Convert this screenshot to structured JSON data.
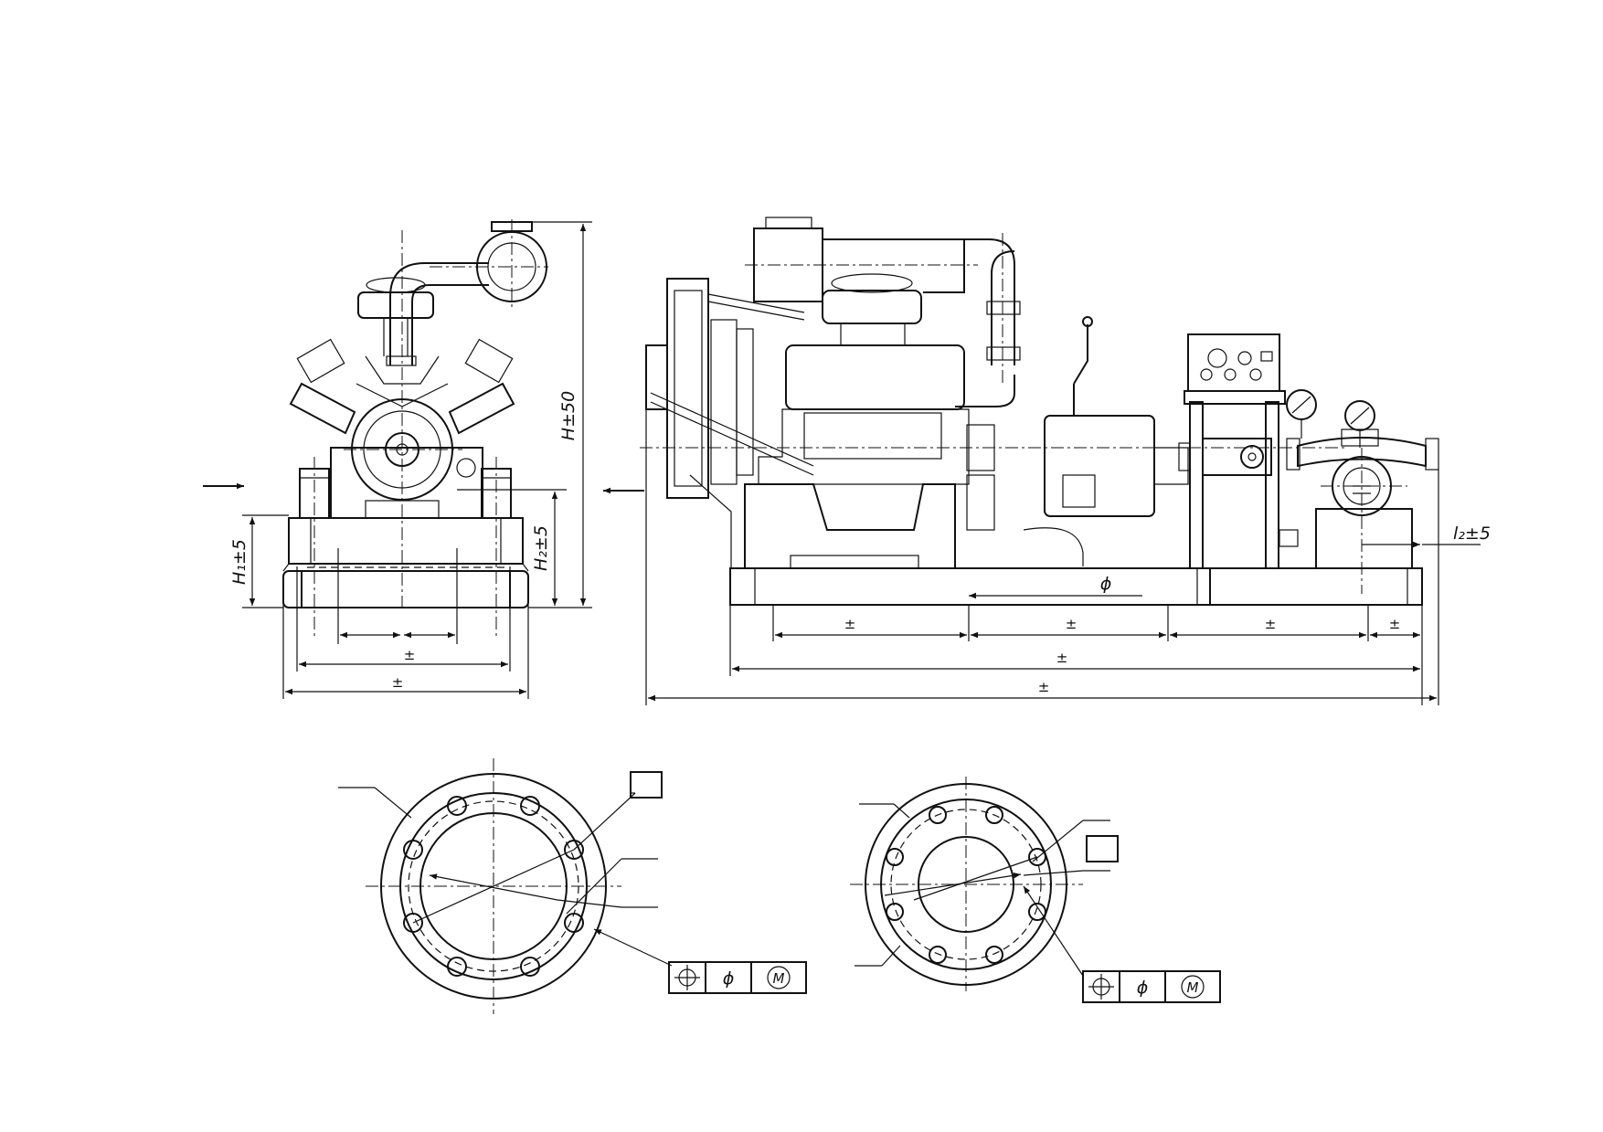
{
  "dimensions": {
    "height": "H±50",
    "h1": "H₁±5",
    "h2": "H₂±5",
    "l2": "l₂±5",
    "plus_minus": "±",
    "diameter": "ϕ"
  },
  "tolerance_frames": {
    "position_symbol": "⌖",
    "diameter_symbol": "ϕ",
    "modifier": "M"
  },
  "colors": {
    "line": "#111111",
    "background": "#ffffff"
  }
}
